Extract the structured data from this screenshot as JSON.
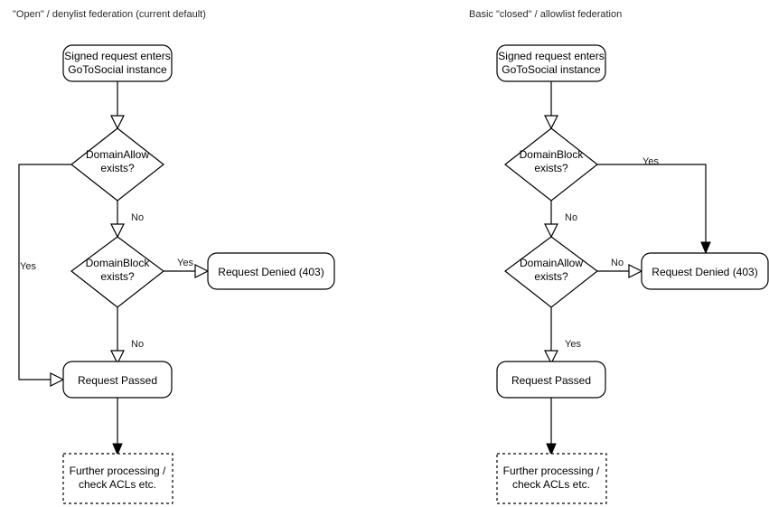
{
  "diagram": {
    "background": "#ffffff",
    "stroke_color": "#000000",
    "text_color": "#000000",
    "title_color": "#2a2a2a"
  },
  "left_flow": {
    "title": "\"Open\" / denylist federation (current default)",
    "nodes": {
      "start_line1": "Signed request enters",
      "start_line2": "GoToSocial instance",
      "decision1_line1": "DomainAllow",
      "decision1_line2": "exists?",
      "decision2_line1": "DomainBlock",
      "decision2_line2": "exists?",
      "denied": "Request Denied (403)",
      "passed": "Request Passed",
      "further_line1": "Further processing /",
      "further_line2": "check ACLs etc."
    },
    "edges": {
      "allow_yes": "Yes",
      "allow_no": "No",
      "block_yes": "Yes",
      "block_no": "No"
    }
  },
  "right_flow": {
    "title": "Basic \"closed\" / allowlist federation",
    "nodes": {
      "start_line1": "Signed request enters",
      "start_line2": "GoToSocial instance",
      "decision1_line1": "DomainBlock",
      "decision1_line2": "exists?",
      "decision2_line1": "DomainAllow",
      "decision2_line2": "exists?",
      "denied": "Request Denied (403)",
      "passed": "Request Passed",
      "further_line1": "Further processing /",
      "further_line2": "check ACLs etc."
    },
    "edges": {
      "block_yes": "Yes",
      "block_no": "No",
      "allow_no": "No",
      "allow_yes": "Yes"
    }
  }
}
